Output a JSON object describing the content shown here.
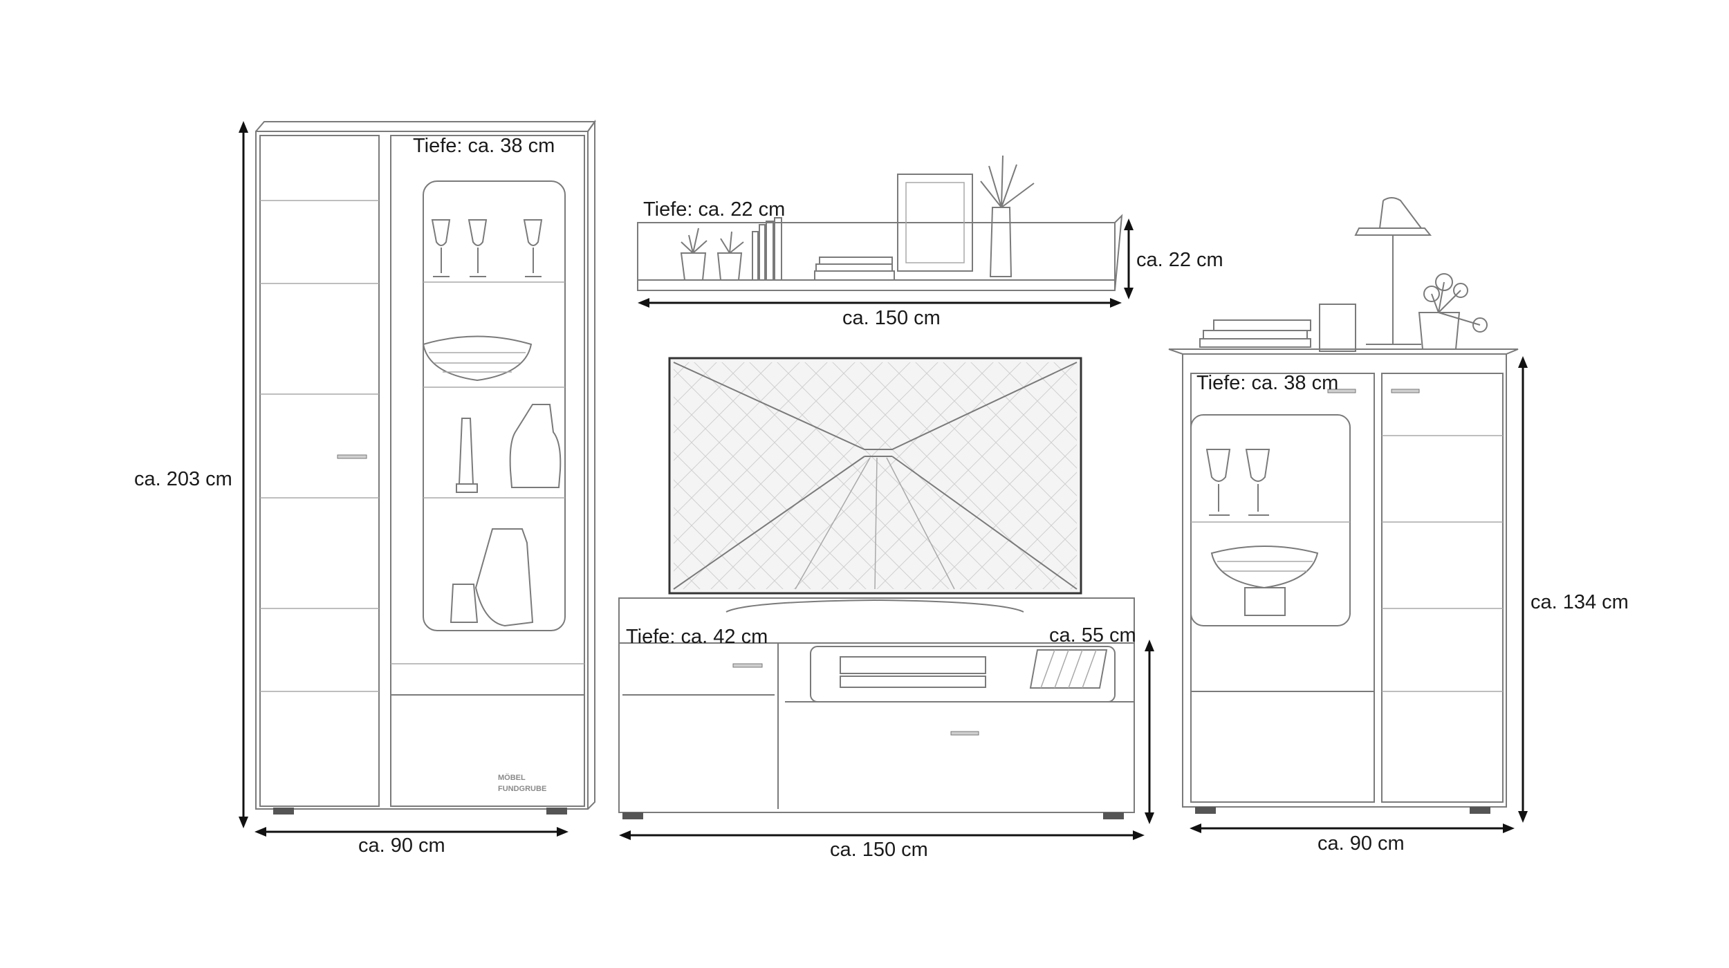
{
  "watermark": {
    "line1": "MÖBEL",
    "line2": "FUNDGRUBE"
  },
  "tall_cabinet": {
    "height": "ca. 203 cm",
    "width": "ca. 90 cm",
    "depth": "Tiefe: ca. 38 cm"
  },
  "wall_shelf": {
    "height": "ca. 22 cm",
    "width": "ca. 150 cm",
    "depth": "Tiefe: ca. 22 cm"
  },
  "tv_board": {
    "height": "ca. 55 cm",
    "width": "ca. 150 cm",
    "depth": "Tiefe: ca. 42 cm"
  },
  "highboard": {
    "height": "ca. 134 cm",
    "width": "ca. 90 cm",
    "depth": "Tiefe: ca. 38 cm"
  }
}
